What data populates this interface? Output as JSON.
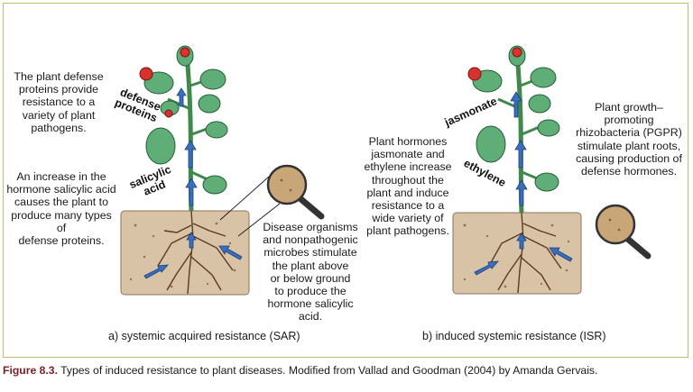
{
  "panel_a": {
    "note_proteins": "The plant defense\nproteins provide\nresistance to a\nvariety of plant\npathogens.",
    "label_defense": "defense\nproteins",
    "note_salicylic": "An increase in the\nhormone salicylic acid\ncauses the plant to\nproduce many types of\ndefense proteins.",
    "label_salicylic": "salicylic\nacid",
    "note_disease": "Disease organisms\nand nonpathogenic\nmicrobes stimulate\nthe plant above\nor below ground\nto produce the\nhormone salicylic acid.",
    "caption": "a) systemic acquired resistance (SAR)"
  },
  "panel_b": {
    "label_jasmonate": "jasmonate",
    "label_ethylene": "ethylene",
    "note_hormones": "Plant hormones\njasmonate and\nethylene increase\nthroughout the\nplant and induce\nresistance to a\nwide variety of\nplant pathogens.",
    "note_pgpr": "Plant growth–\npromoting\nrhizobacteria (PGPR)\nstimulate plant roots,\ncausing production of\ndefense hormones.",
    "caption": "b) induced systemic resistance (ISR)"
  },
  "figure_caption": {
    "number": "Figure 8.3.",
    "text": " Types of induced resistance to plant diseases. Modified from Vallad and Goodman (2004) by Amanda Gervais."
  },
  "colors": {
    "frame_border": "#b9c46a",
    "soil": "#d8c3a6",
    "leaf": "#5fae78",
    "flower": "#d8322f",
    "arrow": "#3a6fc0",
    "caption_number": "#7a1f2b"
  }
}
